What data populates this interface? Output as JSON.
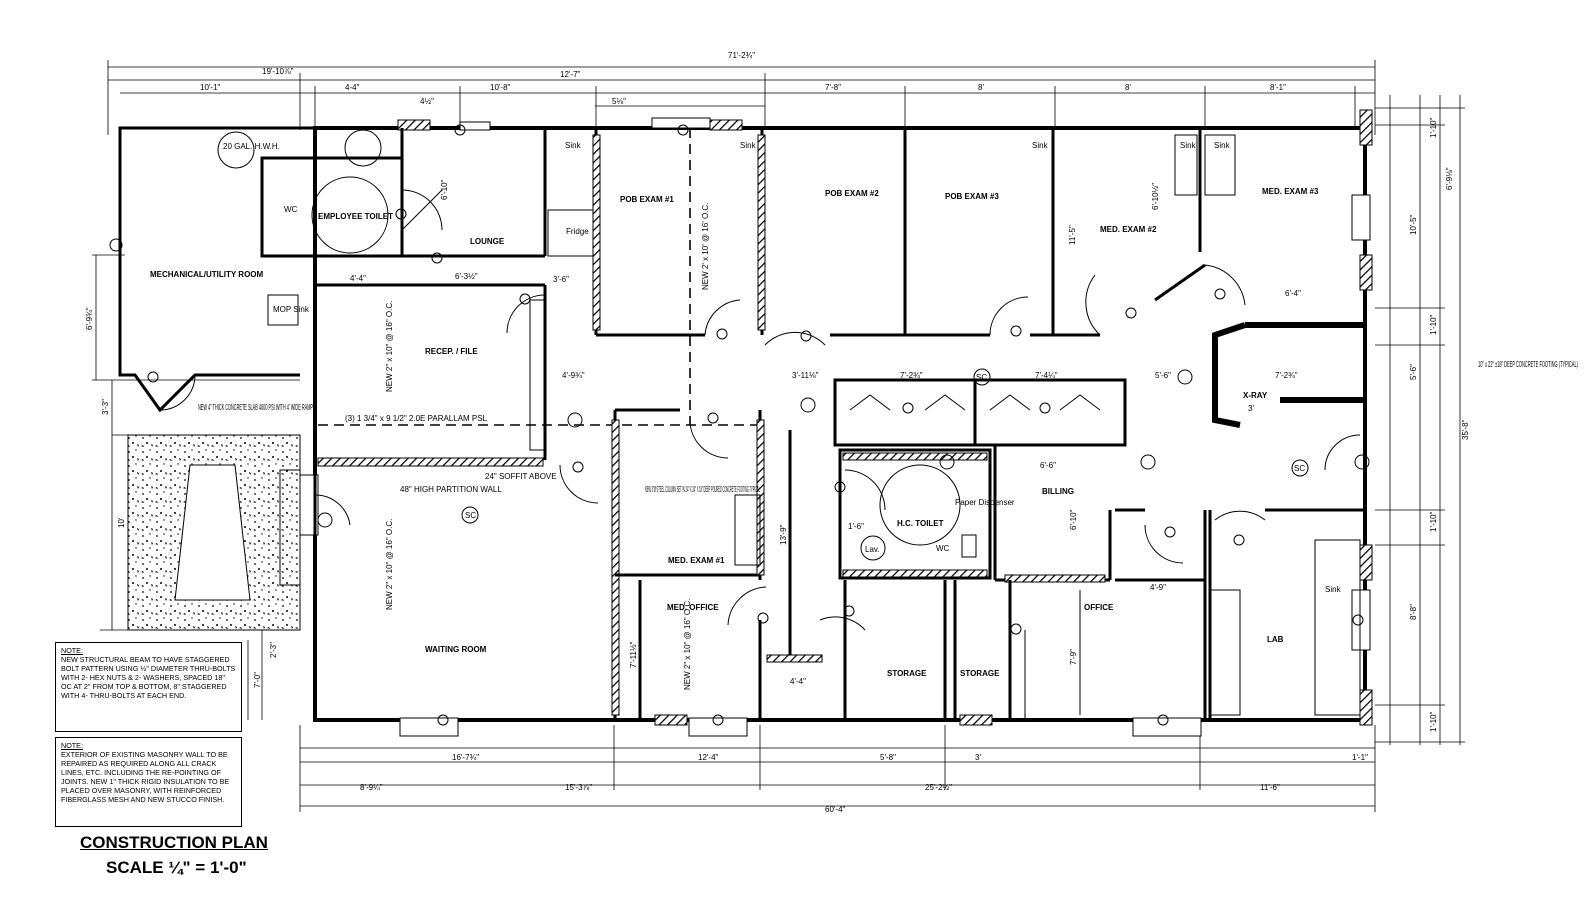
{
  "dimensions": {
    "overall_width": "71'-2¾\"",
    "overall_depth": "35'-8\"",
    "bottom_overall": "60'-4\"",
    "top_segments": [
      "19'-10⅞\"",
      "10'-1\"",
      "12'-7\"",
      "10'-8\"",
      "7'-8\"",
      "8'",
      "8'",
      "8'-1\"",
      "4-4\"",
      "5⅛\"",
      "4½\""
    ],
    "bottom_segments": [
      "16'-7¾\"",
      "12'-4\"",
      "5'-8\"",
      "3'",
      "8'-9¼\"",
      "15'-3⅞\"",
      "25'-2½\"",
      "11'-6\"",
      "1'-1\""
    ],
    "right_segments": [
      "1'-10\"",
      "6'-9⅛\"",
      "10'-5\"",
      "1'-10\"",
      "5'-6\"",
      "1'-10\"",
      "8'-8\"",
      "1'-10\""
    ],
    "left_segments": [
      "6'-9¾\"",
      "3'-3\"",
      "10'",
      "7'-0\"",
      "2'-3\""
    ],
    "interior": [
      "4'-4\"",
      "6'-10\"",
      "6'-3½\"",
      "3'-6\"",
      "4'-9¾\"",
      "3'-11⅛\"",
      "7'-2¾\"",
      "7'-4¼\"",
      "5'-6\"",
      "7'-2¾\"",
      "6'-4\"",
      "6'-10½\"",
      "11'-5\"",
      "6'-6\"",
      "6'-10\"",
      "4'-9\"",
      "7'-11½\"",
      "4'-4\"",
      "7'-9\"",
      "13'-9\"",
      "3'",
      "1'-6\""
    ]
  },
  "rooms": [
    {
      "id": "mechanical",
      "label": "MECHANICAL/UTILITY ROOM"
    },
    {
      "id": "employee-toilet",
      "label": "EMPLOYEE TOILET"
    },
    {
      "id": "lounge",
      "label": "LOUNGE"
    },
    {
      "id": "pob-exam-1",
      "label": "POB EXAM #1"
    },
    {
      "id": "pob-exam-2",
      "label": "POB EXAM #2"
    },
    {
      "id": "pob-exam-3",
      "label": "POB EXAM #3"
    },
    {
      "id": "med-exam-2",
      "label": "MED. EXAM #2"
    },
    {
      "id": "med-exam-3",
      "label": "MED. EXAM #3"
    },
    {
      "id": "recep-file",
      "label": "RECEP. / FILE"
    },
    {
      "id": "x-ray",
      "label": "X-RAY"
    },
    {
      "id": "billing",
      "label": "BILLING"
    },
    {
      "id": "hc-toilet",
      "label": "H.C. TOILET"
    },
    {
      "id": "med-exam-1",
      "label": "MED. EXAM #1"
    },
    {
      "id": "med-office",
      "label": "MED. OFFICE"
    },
    {
      "id": "storage-1",
      "label": "STORAGE"
    },
    {
      "id": "storage-2",
      "label": "STORAGE"
    },
    {
      "id": "office",
      "label": "OFFICE"
    },
    {
      "id": "lab",
      "label": "LAB"
    },
    {
      "id": "waiting",
      "label": "WAITING ROOM"
    }
  ],
  "fixtures": {
    "sink": "Sink",
    "fridge": "Fridge",
    "water_heater": "20 GAL. H.W.H.",
    "mop_sink": "MOP Sink",
    "wc": "WC",
    "lav": "Lav.",
    "paper_dispenser": "Paper Dispenser",
    "smoke": "SC"
  },
  "annotations": {
    "slab": "NEW 4\" THICK CONCRETE SLAB 4000 PSI WITH 4' WIDE RAMP",
    "partition": "48\" HIGH PARTITION WALL",
    "soffit": "24\" SOFFIT ABOVE",
    "beam": "(3) 1 3/4\" x 9 1/2\" 2.0E PARALLAM PSL",
    "column": "NEW 3\"Ø STEEL COLUMN SET IN 24\" X 24\" X 18\" DEEP POURED CONCRETE FOOTING TYPICAL",
    "footing": "10\" x 22\" ±18\" DEEP CONCRETE FOOTING (TYPICAL)",
    "stud_16": "NEW 2\" x 10\" @ 16\" O.C.",
    "stud_vert": "NEW 2' x 10' @ 16' O.C."
  },
  "notes": [
    {
      "head": "NOTE:",
      "text": "NEW STRUCTURAL BEAM TO HAVE STAGGERED BOLT PATTERN USING ½\" DIAMETER THRU-BOLTS WITH 2- HEX NUTS & 2- WASHERS, SPACED 18\" OC AT 2\" FROM TOP & BOTTOM, 8\" STAGGERED WITH 4- THRU-BOLTS AT EACH END."
    },
    {
      "head": "NOTE:",
      "text": "EXTERIOR OF EXISTING MASONRY WALL TO BE REPAIRED AS REQUIRED ALONG ALL CRACK LINES, ETC. INCLUDING THE RE-POINTING OF JOINTS. NEW 1\" THICK RIGID INSULATION TO BE PLACED OVER MASONRY, WITH REINFORCED FIBERGLASS MESH AND NEW STUCCO FINISH."
    }
  ],
  "title_block": {
    "title": "CONSTRUCTION PLAN",
    "scale": "SCALE ¼\" = 1'-0\""
  }
}
